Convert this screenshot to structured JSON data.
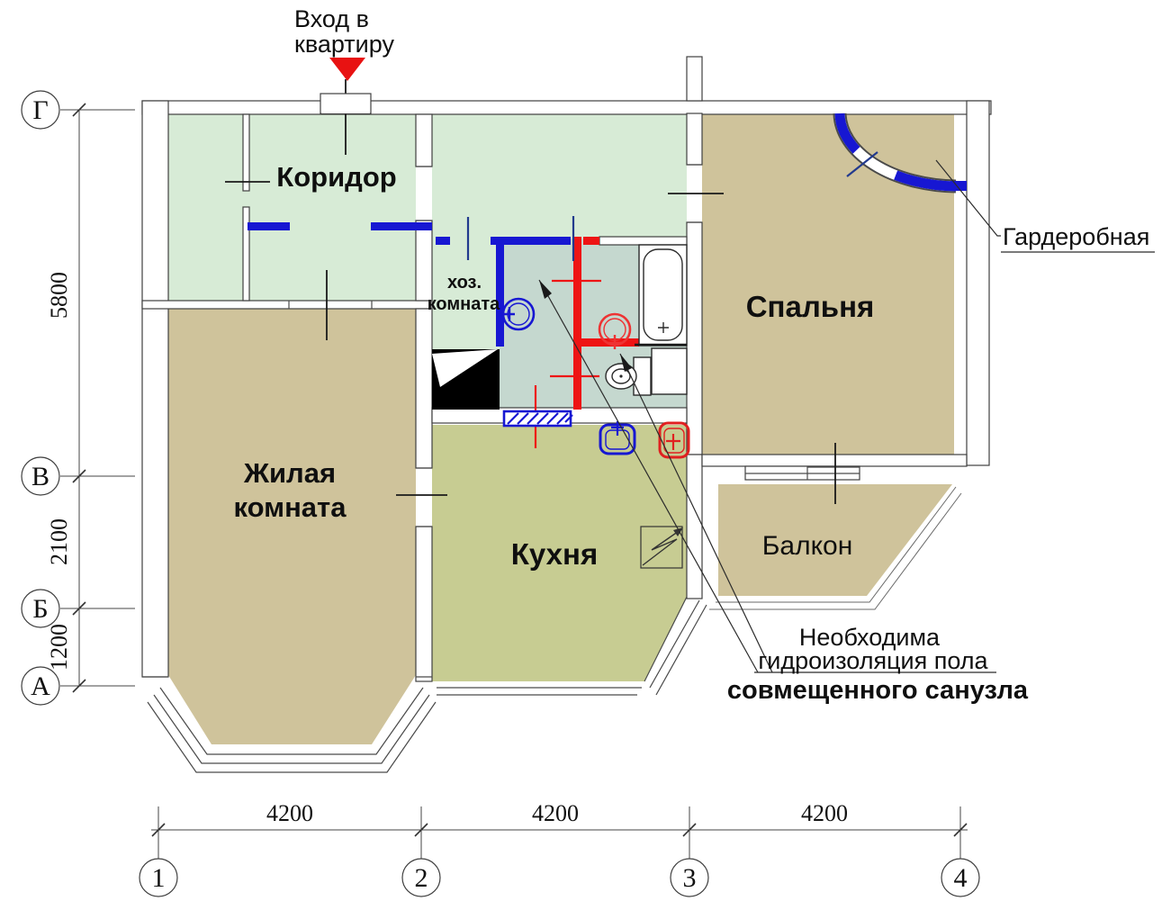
{
  "entry": {
    "line1": "Вход в",
    "line2": "квартиру"
  },
  "rooms": {
    "corridor": "Коридор",
    "utility_line1": "хоз.",
    "utility_line2": "комната",
    "living_line1": "Жилая",
    "living_line2": "комната",
    "kitchen": "Кухня",
    "bedroom": "Спальня",
    "balcony": "Балкон",
    "wardrobe": "Гардеробная"
  },
  "annotation": {
    "line1": "Необходима",
    "line2": "гидроизоляция пола",
    "line3": "совмещенного санузла"
  },
  "axes": {
    "vertical": [
      "Г",
      "В",
      "Б",
      "А"
    ],
    "horizontal": [
      "1",
      "2",
      "3",
      "4"
    ]
  },
  "dimensions": {
    "left": [
      "5800",
      "2100",
      "1200"
    ],
    "bottom": [
      "4200",
      "4200",
      "4200"
    ]
  },
  "colors": {
    "room_green": "#d7ebd6",
    "room_bath": "#c5d8cf",
    "room_olive": "#c7cc92",
    "room_tan": "#cfc39b",
    "new_plumbing_blue": "#1717d2",
    "new_wall_red": "#ee1414",
    "entry_marker_red": "#e81212",
    "wall_line": "#3f3f3f"
  },
  "symbols": {
    "entry_marker": "red-triangle-down-icon",
    "bathtub": "bathtub-icon",
    "toilet": "toilet-icon",
    "washbasin_blue": "round-washbasin-icon",
    "washbasin_red": "round-washbasin-icon",
    "kitchen_sink_blue": "sink-icon",
    "kitchen_sink_red": "sink-icon",
    "stove": "stove-zigzag-icon",
    "waterproofing": "hatched-strip-icon",
    "wardrobe_door": "curved-sliding-door-icon"
  }
}
